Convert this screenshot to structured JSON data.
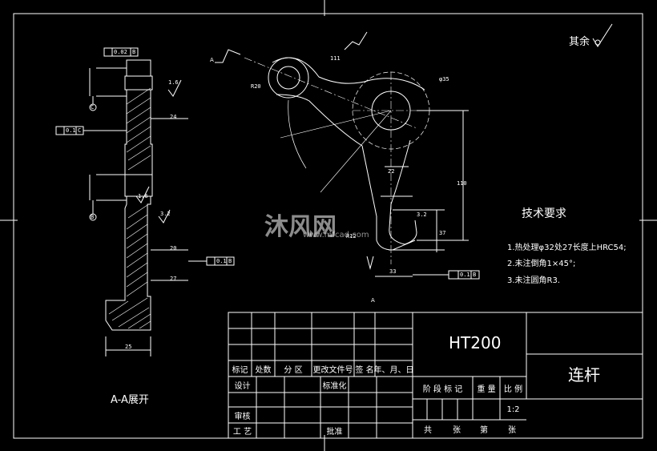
{
  "drawing": {
    "surface_finish_note": "其余",
    "tech_heading": "技术要求",
    "tech_notes": [
      "1.热处理φ32处27长度上HRC54;",
      "2.未注倒角1×45°;",
      "3.未注圆角R3."
    ],
    "section_view_label": "A-A展开",
    "section_marks": [
      "A",
      "A"
    ],
    "datums": [
      "C",
      "B"
    ],
    "dims": {
      "d1": "24",
      "d2": "20",
      "d3": "27",
      "d4": "25",
      "d5": "22",
      "d6": "110",
      "d7": "33",
      "d8": "37",
      "d9": "R20",
      "d10": "φ35",
      "d11": "R12",
      "d12": "1.6",
      "d13": "3.2",
      "d14": "0.1",
      "d15": "111"
    },
    "gdt": [
      {
        "sym": "//",
        "tol": "0.02",
        "ref": "B"
      },
      {
        "sym": "⊥",
        "tol": "0.1",
        "ref": "C"
      },
      {
        "sym": "⊥",
        "tol": "0.1",
        "ref": "B"
      },
      {
        "sym": "//",
        "tol": "0.1",
        "ref": "B"
      }
    ]
  },
  "title_block": {
    "material": "HT200",
    "part_name": "连杆",
    "row_labels": {
      "mark": "标记",
      "count": "处数",
      "zone": "分 区",
      "doc_no": "更改文件号",
      "sign": "签 名",
      "date": "年、月、日"
    },
    "design": "设计",
    "standardize": "标准化",
    "review": "审核",
    "process": "工 艺",
    "approve": "批准",
    "stage_mark": "阶 段 标 记",
    "weight": "重 量",
    "scale_label": "比 例",
    "scale": "1:2",
    "sheets": [
      "共",
      "张",
      "第",
      "张"
    ]
  },
  "watermark": {
    "brand": "沐风网",
    "url": "www.mfcad.com"
  }
}
